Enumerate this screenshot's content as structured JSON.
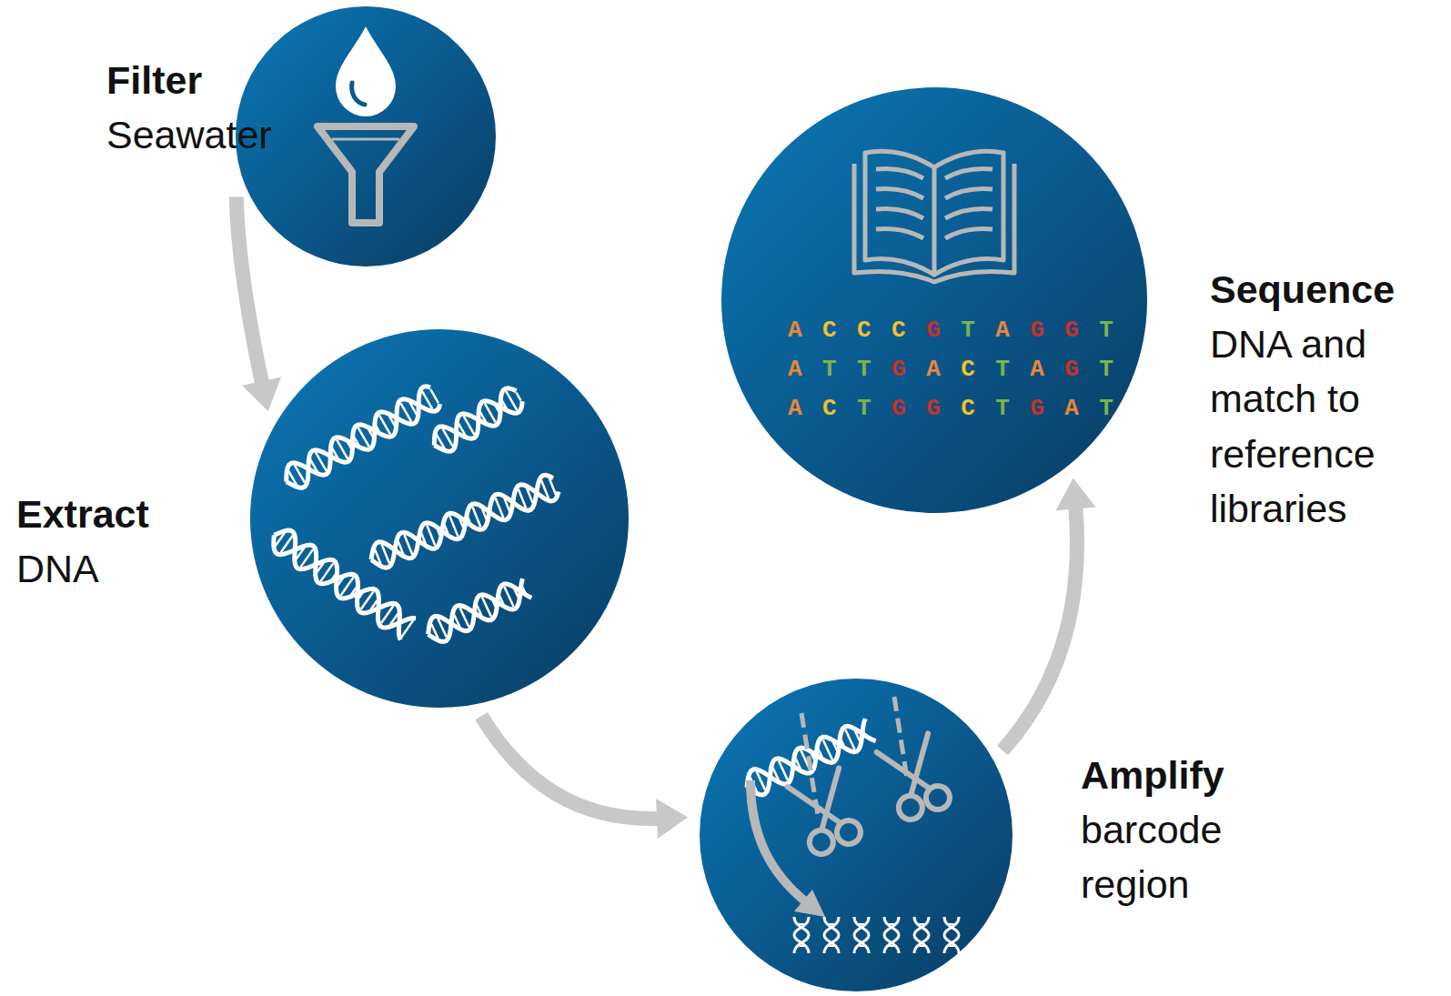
{
  "diagram": {
    "nodes": [
      {
        "text": [
          "Filter",
          "Seawater"
        ]
      },
      {
        "text": [
          "Extract",
          "DNA"
        ]
      },
      {
        "text": [
          "Amplify",
          "barcode region"
        ]
      },
      {
        "text": [
          "Sequence",
          "DNA and match to reference libraries"
        ]
      }
    ],
    "edges": [
      {
        "from": 0,
        "to": 1,
        "arrow": "to"
      },
      {
        "from": 1,
        "to": 2,
        "arrow": "to"
      },
      {
        "from": 2,
        "to": 3,
        "arrow": "to"
      }
    ],
    "labels": [
      "A C C C G T A G G T",
      "A T T G A C T A G T",
      "A C T G G C T G A T"
    ]
  }
}
